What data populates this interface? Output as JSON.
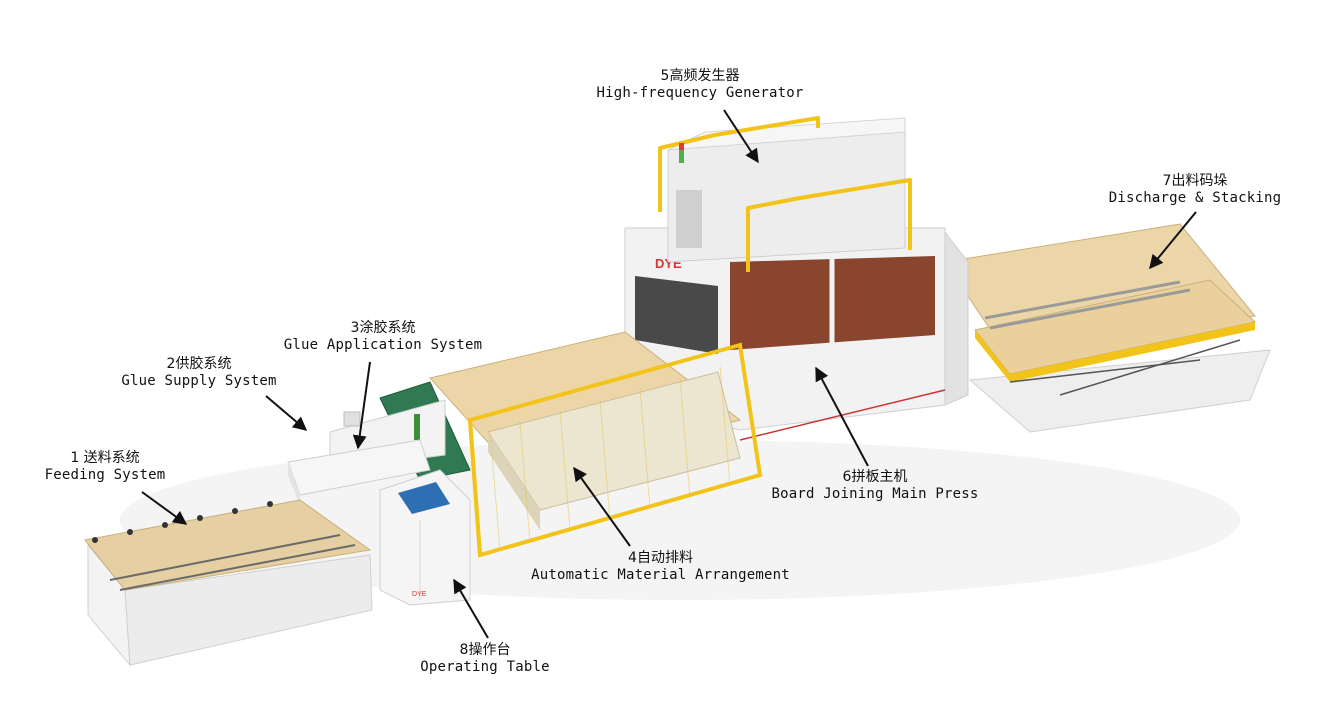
{
  "labels": {
    "feeding": {
      "cn": "1 送料系统",
      "en": "Feeding System"
    },
    "glue_supply": {
      "cn": "2供胶系统",
      "en": "Glue Supply System"
    },
    "glue_application": {
      "cn": "3涂胶系统",
      "en": "Glue Application System"
    },
    "arrangement": {
      "cn": "4自动排料",
      "en": "Automatic Material Arrangement"
    },
    "hf_generator": {
      "cn": "5高频发生器",
      "en": "High-frequency Generator"
    },
    "main_press": {
      "cn": "6拼板主机",
      "en": "Board Joining Main Press"
    },
    "discharge": {
      "cn": "7出料码垛",
      "en": "Discharge & Stacking"
    },
    "operating_table": {
      "cn": "8操作台",
      "en": "Operating Table"
    }
  },
  "colors": {
    "wood": "#e8d2a4",
    "rail": "#f2c419",
    "machine_body": "#f0f0f0",
    "window": "#7a2c12"
  }
}
